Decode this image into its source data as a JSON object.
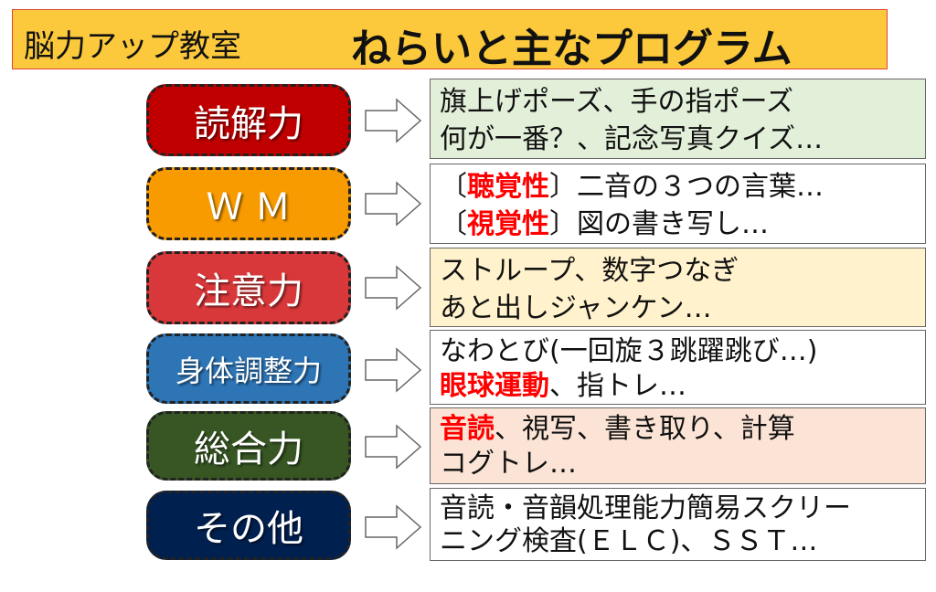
{
  "title": {
    "left": "脳力アップ教室",
    "right": "ねらいと主なプログラム"
  },
  "rows": [
    {
      "label": "読解力",
      "color": "#c00000",
      "bg": "#e2efd9",
      "l1": [
        "旗上げポーズ、手の指ポーズ"
      ],
      "l2": [
        "何が一番？、記念写真クイズ…"
      ]
    },
    {
      "label": "Ｗ Ｍ",
      "color": "#f79b00",
      "bg": "#ffffff",
      "l1": [
        "〔",
        "聴覚性",
        "〕二音の３つの言葉…"
      ],
      "l2": [
        "〔",
        "視覚性",
        "〕図の書き写し…"
      ]
    },
    {
      "label": "注意力",
      "color": "#d9383a",
      "bg": "#fff2cc",
      "l1": [
        "ストループ、数字つなぎ"
      ],
      "l2": [
        "あと出しジャンケン…"
      ]
    },
    {
      "label": "身体調整力",
      "color": "#2e75b6",
      "bg": "#ffffff",
      "l1": [
        "なわとび(一回旋３跳躍跳び…)"
      ],
      "l2": [
        "眼球運動",
        "、指トレ…"
      ]
    },
    {
      "label": "総合力",
      "color": "#375623",
      "bg": "#fbe4d5",
      "l1": [
        "音読",
        "、視写、書き取り、計算"
      ],
      "l2": [
        "コグトレ…"
      ]
    },
    {
      "label": "その他",
      "color": "#002050",
      "bg": "#ffffff",
      "l1": [
        "音読・音韻処理能力簡易スクリー"
      ],
      "l2": [
        "ニング検査(ＥＬＣ)、ＳＳＴ…"
      ]
    }
  ]
}
